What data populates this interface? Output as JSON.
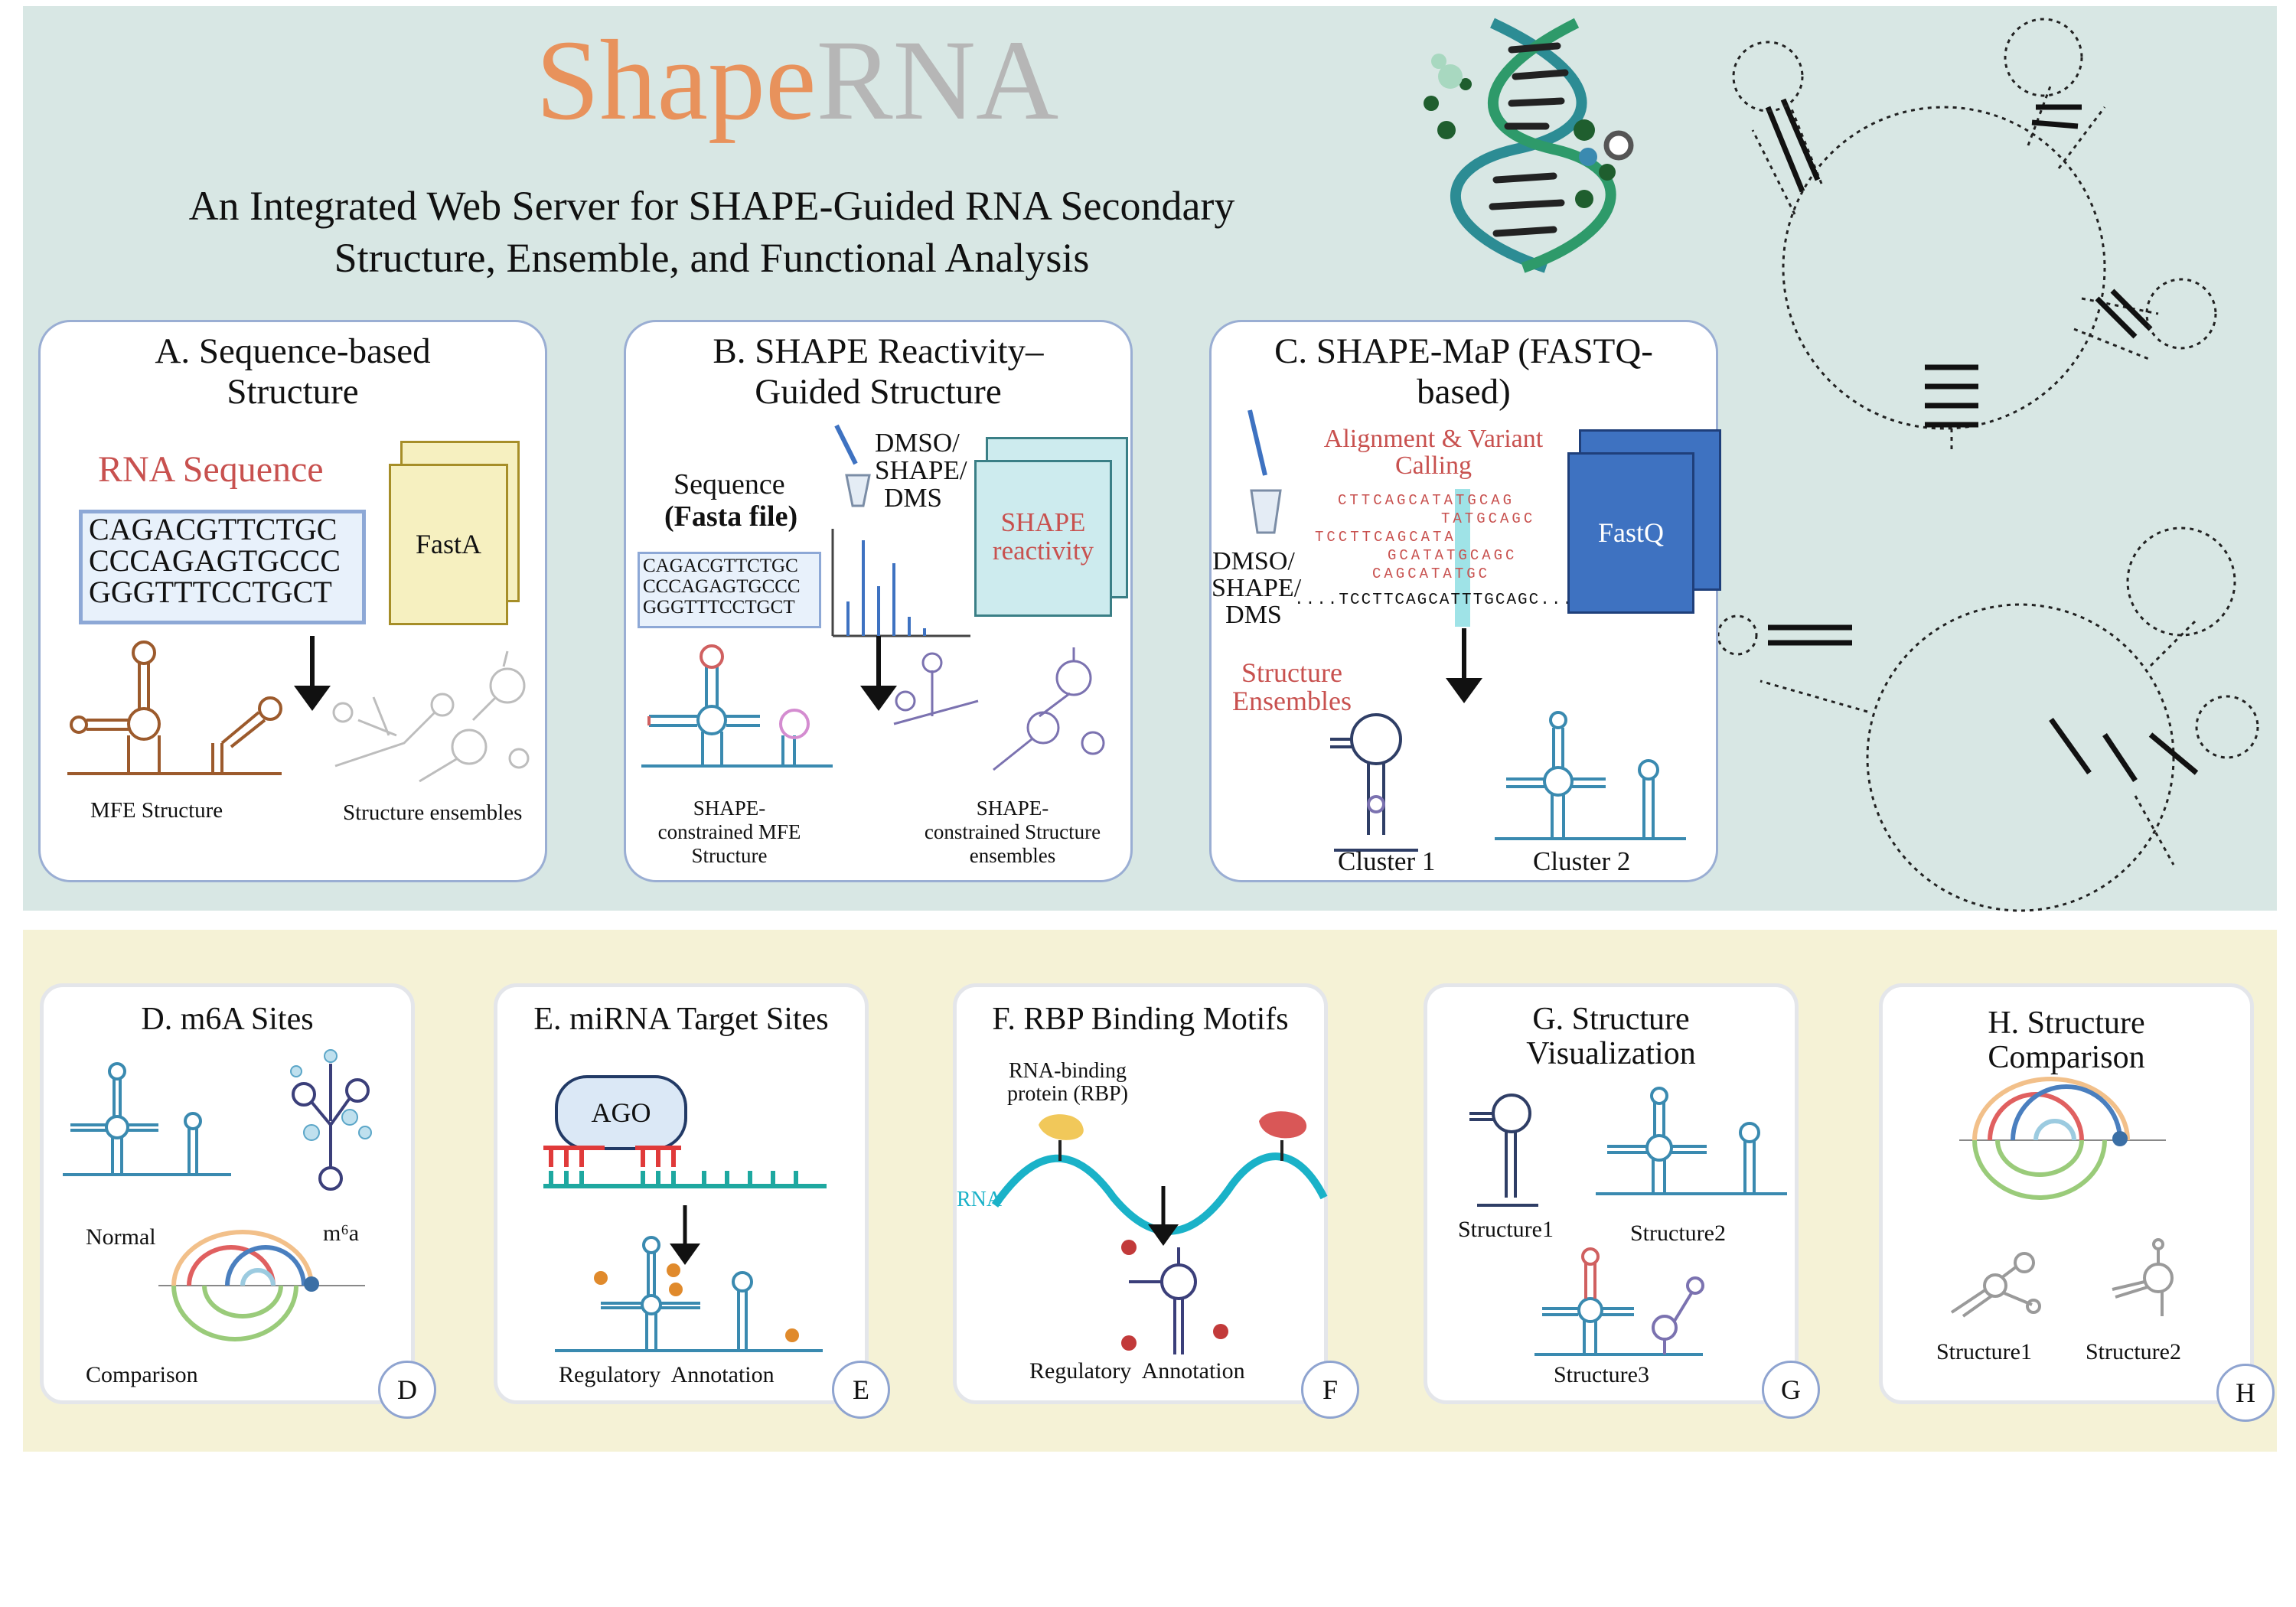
{
  "header": {
    "brand_shape": "Shape",
    "brand_rna": "RNA",
    "subtitle_line1": "An Integrated Web Server for SHAPE-Guided RNA Secondary",
    "subtitle_line2": "Structure, Ensemble, and Functional Analysis",
    "brand_colors": {
      "shape": "#e8925c",
      "rna": "#b6b6b6"
    }
  },
  "panel_a": {
    "title_line1": "A. Sequence-based",
    "title_line2": "Structure",
    "seq_heading": "RNA Sequence",
    "sequence": [
      "CAGACGTTCTGC",
      "CCCAGAGTGCCC",
      "GGGTTTCCTGCT"
    ],
    "file_label": "FastA",
    "caption_left": "MFE Structure",
    "caption_right": "Structure ensembles"
  },
  "panel_b": {
    "title_line1": "B. SHAPE Reactivity–",
    "title_line2": "Guided Structure",
    "seq_label": "Sequence",
    "seq_sublabel": "(Fasta file)",
    "sequence": [
      "CAGACGTTCTGC",
      "CCCAGAGTGCCC",
      "GGGTTTCCTGCT"
    ],
    "reagents": [
      "DMSO/",
      "SHAPE/",
      "DMS"
    ],
    "reactivity_label": [
      "SHAPE",
      "reactivity"
    ],
    "caption_left": [
      "SHAPE-",
      "constrained MFE",
      "Structure"
    ],
    "caption_right": [
      "SHAPE-",
      "constrained Structure",
      "ensembles"
    ]
  },
  "panel_c": {
    "title_line1": "C. SHAPE-MaP (FASTQ-",
    "title_line2": "based)",
    "align_label": [
      "Alignment & Variant",
      "Calling"
    ],
    "reads": [
      "CTTCAGCATATGCAG",
      "TATGCAGC",
      "TCCTTCAGCATA",
      "GCATATGCAGC",
      "CAGCATATGC"
    ],
    "reference": "....TCCTTCAGCATTTGCAGC....",
    "reagents": [
      "DMSO/",
      "SHAPE/",
      "DMS"
    ],
    "file_label": "FastQ",
    "ensembles_label": [
      "Structure",
      "Ensembles"
    ],
    "cluster1": "Cluster 1",
    "cluster2": "Cluster 2"
  },
  "panel_d": {
    "title": "D. m6A Sites",
    "normal": "Normal",
    "m6a": "m⁶a",
    "comparison": "Comparison",
    "badge": "D"
  },
  "panel_e": {
    "title": "E. miRNA Target Sites",
    "ago": "AGO",
    "caption": "Regulatory  Annotation",
    "badge": "E"
  },
  "panel_f": {
    "title": "F. RBP Binding Motifs",
    "rbp_label": [
      "RNA-binding",
      "protein (RBP)"
    ],
    "rna_label": "RNA",
    "caption": "Regulatory  Annotation",
    "badge": "F"
  },
  "panel_g": {
    "title_line1": "G. Structure",
    "title_line2": "Visualization",
    "s1": "Structure1",
    "s2": "Structure2",
    "s3": "Structure3",
    "badge": "G"
  },
  "panel_h": {
    "title_line1": "H. Structure",
    "title_line2": "Comparison",
    "s1": "Structure1",
    "s2": "Structure2",
    "badge": "H"
  },
  "colors": {
    "top_bg": "#d8e7e4",
    "bottom_bg": "#f5f2d6",
    "panel_border": "#9aaed3",
    "accent_red": "#c8514f",
    "fastq_blue": "#3e72c1",
    "fasta_yellow": "#f6f0c0"
  }
}
